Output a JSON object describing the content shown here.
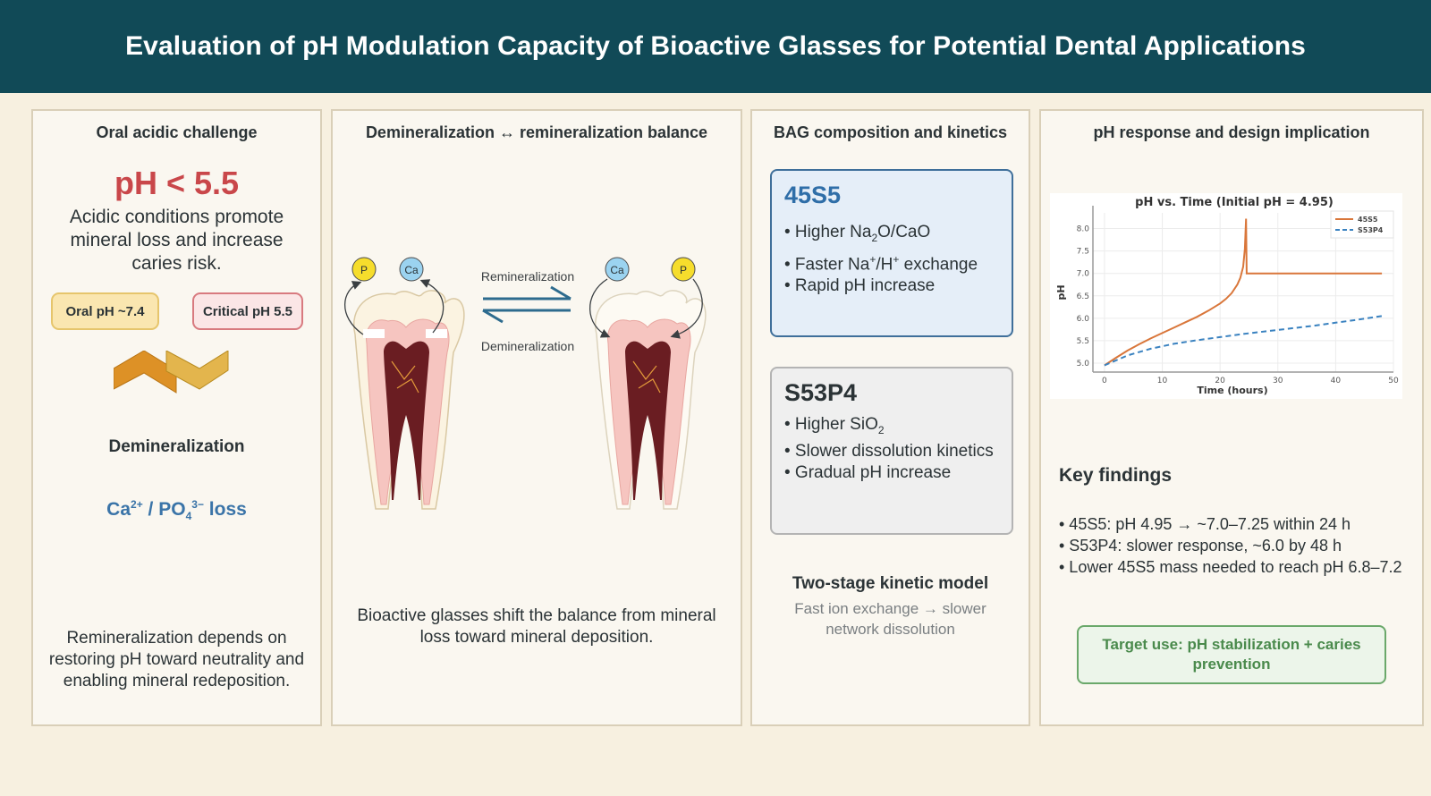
{
  "header": {
    "title": "Evaluation of pH Modulation Capacity of Bioactive Glasses for Potential Dental Applications"
  },
  "panel1": {
    "title": "Oral acidic challenge",
    "ph_threshold": "pH < 5.5",
    "description": "Acidic conditions promote mineral loss and increase caries risk.",
    "pill_oral": "Oral pH ~7.4",
    "pill_critical": "Critical pH 5.5",
    "chevron_icon": "zigzag-chevrons-icon",
    "process_label": "Demineralization",
    "ion_loss": {
      "ca": "Ca",
      "ca_charge": "2+",
      "sep": " / PO",
      "po_sub": "4",
      "po_charge": "3−",
      "tail": " loss"
    },
    "footer": "Remineralization depends on restoring pH toward neutrality and enabling mineral redeposition."
  },
  "panel2": {
    "title": "Demineralization ↔ remineralization balance",
    "left_tooth": {
      "ion1": "P",
      "ion2": "Ca",
      "state": "demineralizing"
    },
    "right_tooth": {
      "ion1": "Ca",
      "ion2": "P",
      "state": "remineralizing"
    },
    "forward_label": "Remineralization",
    "reverse_label": "Demineralization",
    "footer": "Bioactive glasses shift the balance from mineral loss toward mineral deposition."
  },
  "panel3": {
    "title": "BAG composition and kinetics",
    "card_45s5": {
      "name": "45S5",
      "items": [
        {
          "pre": "• Higher Na",
          "sub": "2",
          "post": "O/CaO"
        },
        {
          "pre": "• Faster Na",
          "sup": "+",
          "mid": "/H",
          "sup2": "+",
          "post": " exchange"
        },
        {
          "pre": "• Rapid pH increase"
        }
      ]
    },
    "card_s53p4": {
      "name": "S53P4",
      "items": [
        {
          "pre": "• Higher SiO",
          "sub": "2"
        },
        {
          "pre": "• Slower dissolution kinetics"
        },
        {
          "pre": "• Gradual pH increase"
        }
      ]
    },
    "model_title": "Two-stage kinetic model",
    "model_desc": "Fast ion exchange → slower network dissolution"
  },
  "panel4": {
    "title": "pH response and design implication",
    "key_findings_title": "Key findings",
    "findings": [
      "• 45S5: pH 4.95 → ~7.0–7.25 within 24 h",
      "• S53P4: slower response, ~6.0 by 48 h",
      "• Lower 45S5 mass needed to reach pH 6.8–7.2"
    ],
    "target_use": "Target use: pH stabilization + caries prevention"
  },
  "chart_data": {
    "type": "line",
    "title": "pH vs. Time (Initial pH = 4.95)",
    "xlabel": "Time (hours)",
    "ylabel": "pH",
    "xlim": [
      -2,
      50
    ],
    "ylim": [
      4.8,
      8.35
    ],
    "xticks": [
      0,
      10,
      20,
      30,
      40,
      50
    ],
    "yticks": [
      5.0,
      5.5,
      6.0,
      6.5,
      7.0,
      7.5,
      8.0
    ],
    "xtick_labels": [
      "0",
      "10",
      "20",
      "30",
      "40",
      "50"
    ],
    "ytick_labels": [
      "5.0",
      "5.5",
      "6.0",
      "6.5",
      "7.0",
      "7.5",
      "8.0"
    ],
    "grid": true,
    "legend_position": "top-right",
    "series": [
      {
        "name": "45S5",
        "color": "#d9763a",
        "style": "solid",
        "x": [
          0,
          2,
          4,
          6,
          8,
          10,
          12,
          14,
          16,
          18,
          20,
          21,
          22,
          23,
          23.5,
          24,
          24.3,
          24.5,
          24.6,
          25,
          30,
          35,
          40,
          45,
          48
        ],
        "y": [
          4.95,
          5.12,
          5.28,
          5.42,
          5.55,
          5.67,
          5.79,
          5.91,
          6.03,
          6.17,
          6.33,
          6.43,
          6.56,
          6.75,
          6.9,
          7.15,
          7.55,
          8.22,
          7.0,
          7.0,
          7.0,
          7.0,
          7.0,
          7.0,
          7.0
        ]
      },
      {
        "name": "S53P4",
        "color": "#3a82c0",
        "style": "dashed",
        "x": [
          0,
          4,
          8,
          12,
          16,
          20,
          24,
          28,
          32,
          36,
          40,
          44,
          48
        ],
        "y": [
          4.95,
          5.17,
          5.32,
          5.43,
          5.51,
          5.58,
          5.65,
          5.71,
          5.77,
          5.83,
          5.9,
          5.97,
          6.05
        ]
      }
    ]
  }
}
